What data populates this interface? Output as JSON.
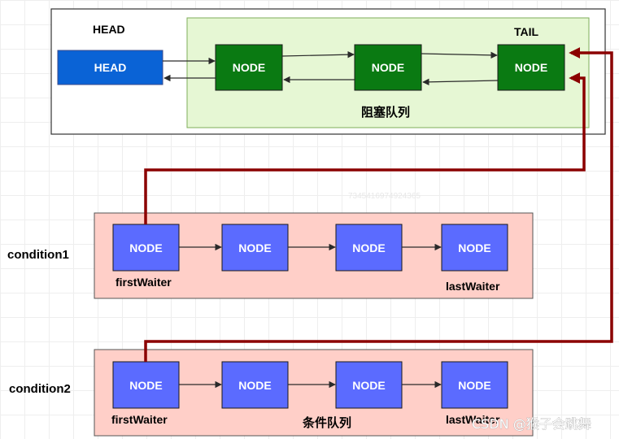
{
  "main_queue": {
    "head_label": "HEAD",
    "head_node_label": "HEAD",
    "tail_label": "TAIL",
    "queue_name": "阻塞队列",
    "node_labels": [
      "NODE",
      "NODE",
      "NODE"
    ]
  },
  "condition1": {
    "label": "condition1",
    "node_labels": [
      "NODE",
      "NODE",
      "NODE",
      "NODE"
    ],
    "first_waiter": "firstWaiter",
    "last_waiter": "lastWaiter"
  },
  "condition2": {
    "label": "condition2",
    "node_labels": [
      "NODE",
      "NODE",
      "NODE",
      "NODE"
    ],
    "first_waiter": "firstWaiter",
    "last_waiter": "lastWaiter",
    "queue_name": "条件队列"
  },
  "watermark": "7345416974924365",
  "credit": "CSDN @猴子会跳舞",
  "colors": {
    "head_node": "#0a63d6",
    "queue_node": "#0a7a12",
    "queue_bg": "#e6f7d4",
    "condition_node": "#5b6bff",
    "condition_bg": "#ffcfc8",
    "link": "#8b0000"
  }
}
